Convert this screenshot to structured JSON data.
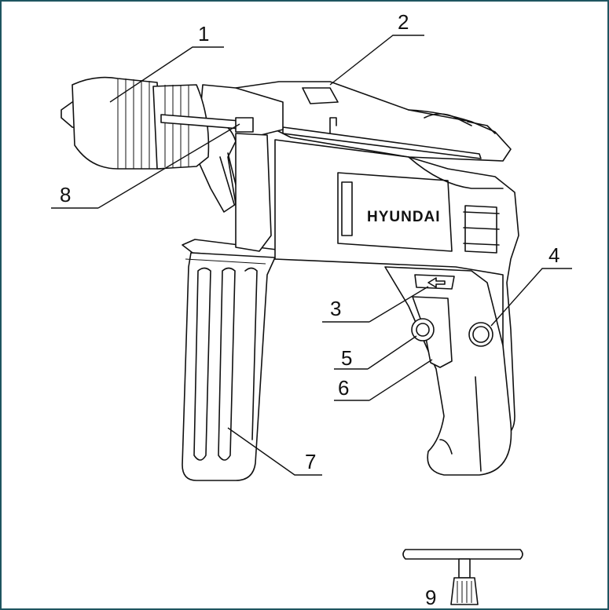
{
  "brand": "HYUNDAI",
  "callouts": [
    {
      "id": "1",
      "label": "1"
    },
    {
      "id": "2",
      "label": "2"
    },
    {
      "id": "3",
      "label": "3"
    },
    {
      "id": "4",
      "label": "4"
    },
    {
      "id": "5",
      "label": "5"
    },
    {
      "id": "6",
      "label": "6"
    },
    {
      "id": "7",
      "label": "7"
    },
    {
      "id": "8",
      "label": "8"
    },
    {
      "id": "9",
      "label": "9"
    }
  ],
  "colors": {
    "frame": "#1e5560",
    "line": "#111111"
  }
}
